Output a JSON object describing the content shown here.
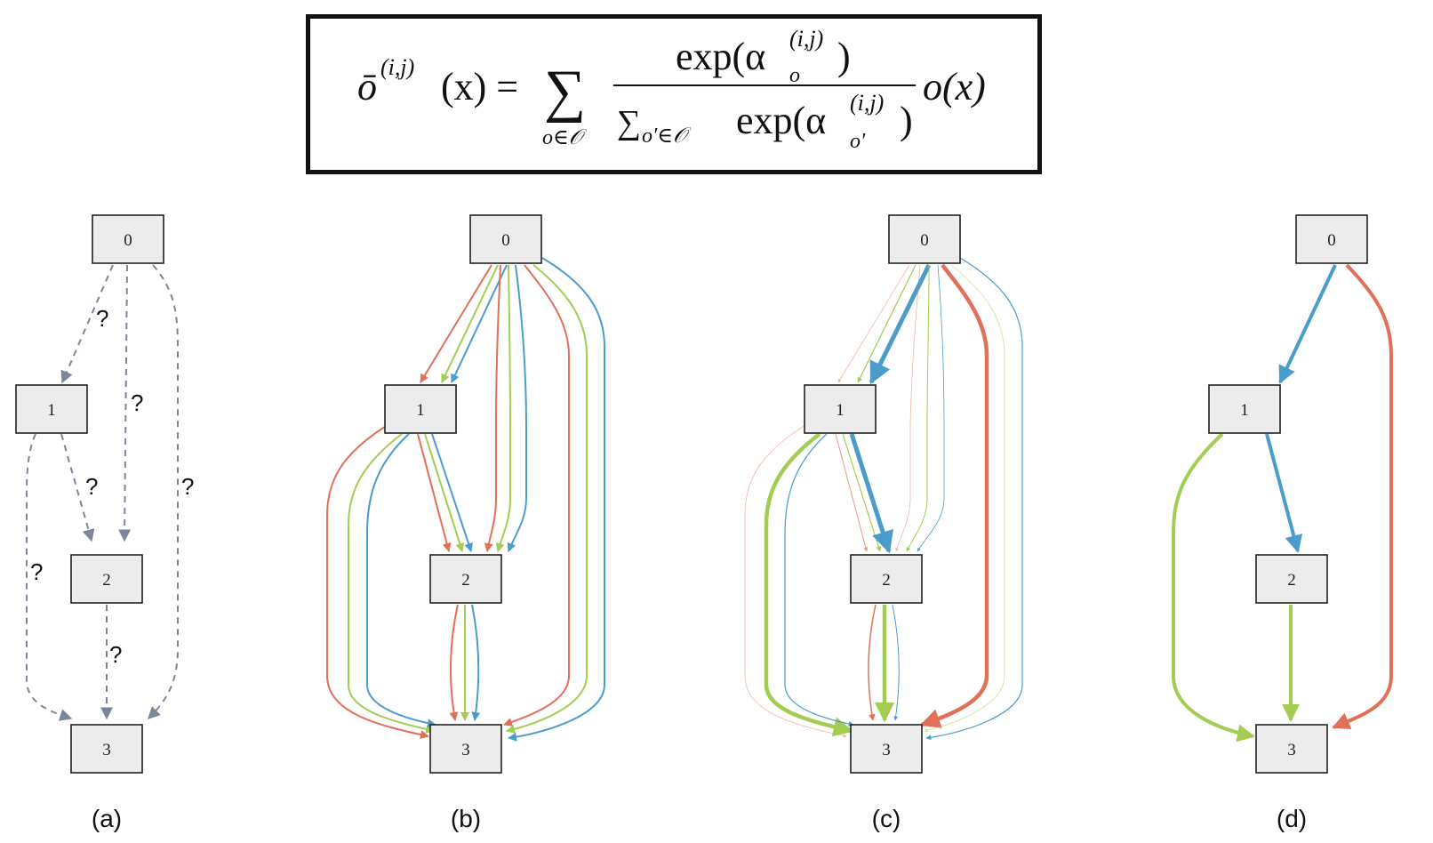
{
  "colors": {
    "red": "#e07058",
    "green": "#a3cd52",
    "blue": "#4a9ccb",
    "gray_dashed": "#7b8799",
    "node_fill": "#ececec"
  },
  "formula": {
    "lhs": "ō",
    "lhs_sup": "(i,j)",
    "lhs_arg": "(x) =",
    "sum_symbol": "∑",
    "sum_sub": "o∈𝒪",
    "num_exp": "exp(α",
    "num_sub": "o",
    "num_sup": "(i,j)",
    "num_close": ")",
    "den_sum": "∑",
    "den_sum_sub": "o′∈𝒪",
    "den_exp": "exp(α",
    "den_sub": "o′",
    "den_sup": "(i,j)",
    "den_close": ")",
    "rhs": "o(x)"
  },
  "panels": [
    {
      "label": "(a)",
      "nodes": [
        "0",
        "1",
        "2",
        "3"
      ],
      "question_marks": [
        "?",
        "?",
        "?",
        "?",
        "?",
        "?"
      ]
    },
    {
      "label": "(b)",
      "nodes": [
        "0",
        "1",
        "2",
        "3"
      ]
    },
    {
      "label": "(c)",
      "nodes": [
        "0",
        "1",
        "2",
        "3"
      ]
    },
    {
      "label": "(d)",
      "nodes": [
        "0",
        "1",
        "2",
        "3"
      ]
    }
  ]
}
